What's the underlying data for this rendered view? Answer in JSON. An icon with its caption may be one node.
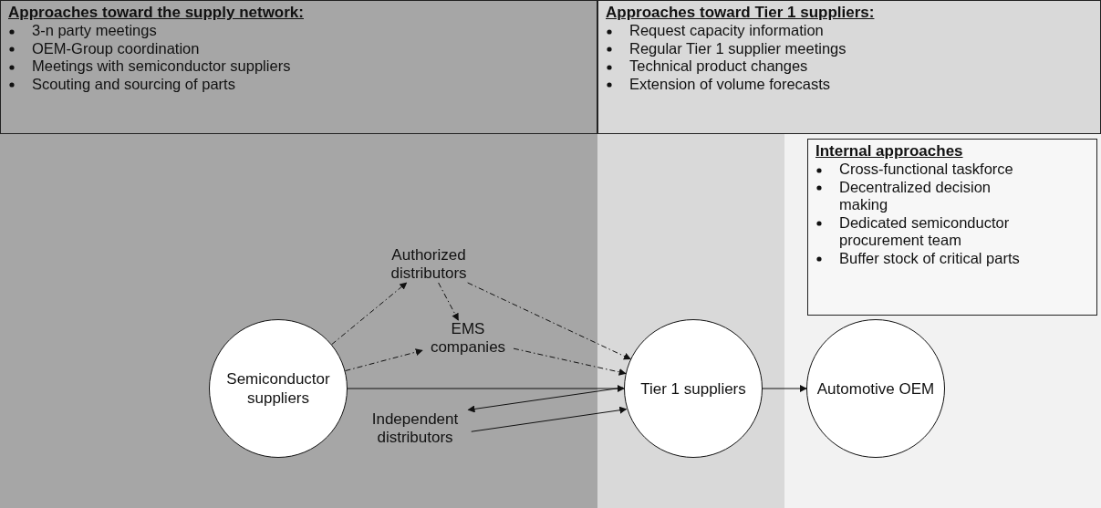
{
  "diagram": {
    "nodes": [
      {
        "text": [
          "Approaches toward the supply network:",
          "3-n party meetings",
          "OEM-Group coordination",
          "Meetings with semiconductor suppliers",
          "Scouting and sourcing of parts"
        ]
      },
      {
        "text": [
          "Approaches toward Tier 1 suppliers:",
          "Request capacity information",
          "Regular Tier 1 supplier meetings",
          "Technical product changes",
          "Extension of volume forecasts"
        ]
      },
      {
        "text": [
          "Internal approaches",
          "Cross-functional taskforce",
          "Decentralized decision making",
          "Dedicated semiconductor procurement team",
          "Buffer stock of critical parts"
        ]
      },
      {
        "text": [
          "Authorized distributors"
        ]
      },
      {
        "text": [
          "EMS companies"
        ]
      },
      {
        "text": [
          "Semiconductor suppliers"
        ]
      },
      {
        "text": [
          "Tier 1 suppliers"
        ]
      },
      {
        "text": [
          "Automotive OEM"
        ]
      },
      {
        "text": [
          "Independent distributors"
        ]
      }
    ],
    "edges": [
      {
        "from": 5,
        "to": 3,
        "arrow": "to",
        "style": "dashed"
      },
      {
        "from": 3,
        "to": 4,
        "arrow": "to",
        "style": "dashed"
      },
      {
        "from": 5,
        "to": 4,
        "arrow": "to",
        "style": "dashed"
      },
      {
        "from": 4,
        "to": 6,
        "arrow": "to",
        "style": "dashed"
      },
      {
        "from": 3,
        "to": 6,
        "arrow": "to",
        "style": "dashed"
      },
      {
        "from": 5,
        "to": 6,
        "arrow": "to"
      },
      {
        "from": 6,
        "to": 8,
        "arrow": "to"
      },
      {
        "from": 8,
        "to": 6,
        "arrow": "to"
      },
      {
        "from": 6,
        "to": 7,
        "arrow": "to"
      }
    ]
  }
}
